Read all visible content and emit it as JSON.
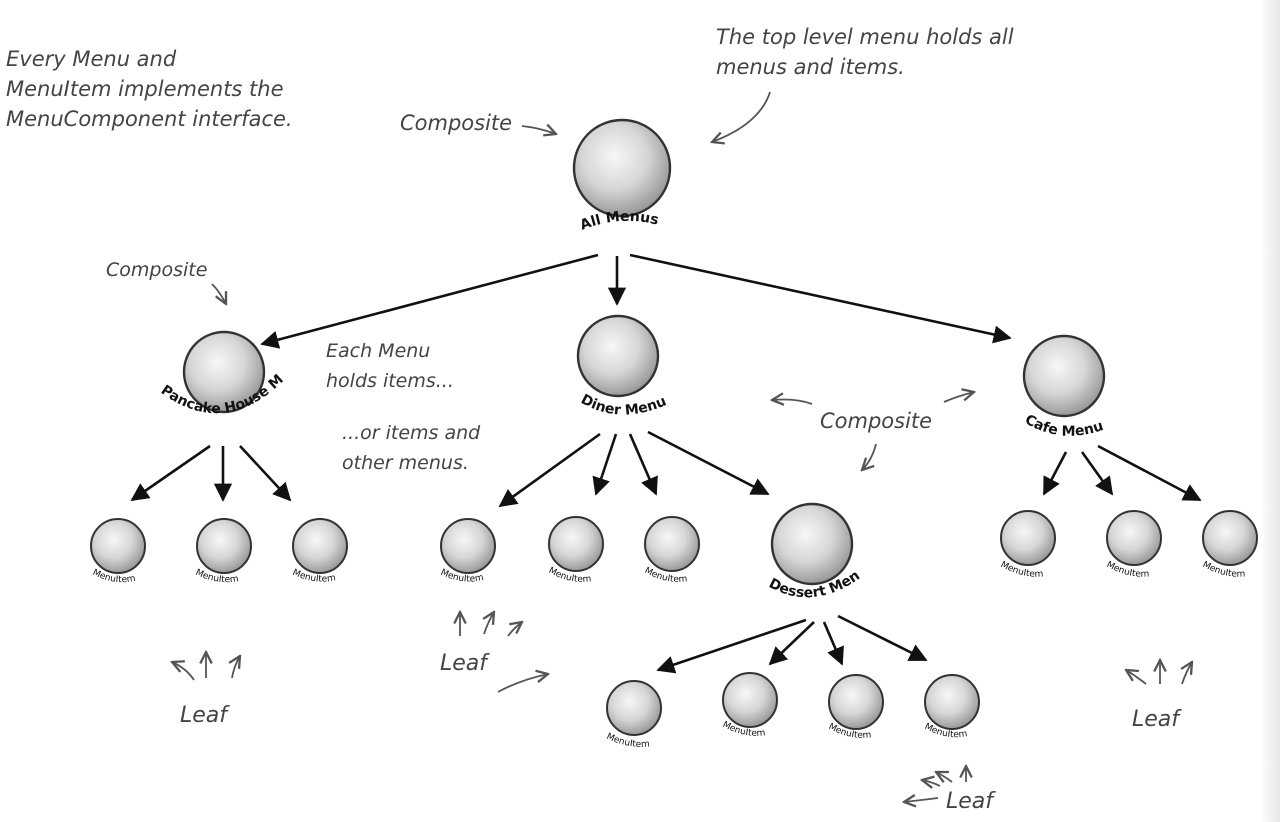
{
  "notes": {
    "top_left": [
      "Every Menu and",
      "MenuItem implements the",
      "MenuComponent interface."
    ],
    "top_right": [
      "The top level menu holds all",
      "menus and items."
    ],
    "each_menu": [
      "Each Menu",
      "holds items..."
    ],
    "or_items": [
      "...or items and",
      "other menus."
    ]
  },
  "labels": {
    "composite": "Composite",
    "leaf": "Leaf"
  },
  "nodes": {
    "root": "All Menus",
    "pancake": "Pancake House Menu",
    "diner": "Diner Menu",
    "cafe": "Cafe Menu",
    "dessert": "Dessert Menu",
    "menu_item": "MenuItem"
  },
  "colors": {
    "node_fill_light": "#f2f2f2",
    "node_fill_dark": "#9a9a9a",
    "node_stroke": "#333333",
    "arrow": "#111111",
    "annotation": "#555555"
  }
}
